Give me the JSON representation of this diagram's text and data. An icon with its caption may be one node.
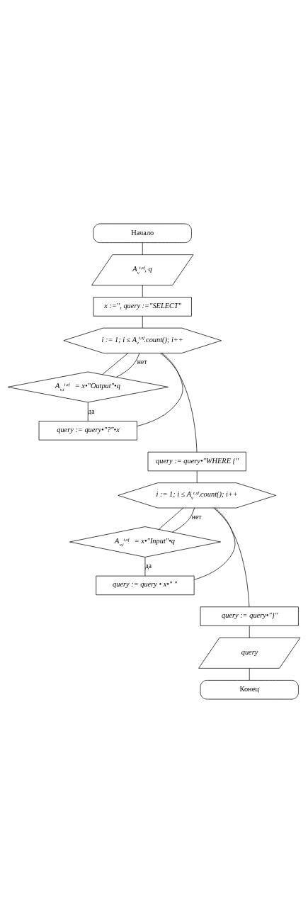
{
  "diagram": {
    "nodes": [
      {
        "text": [
          "Начало"
        ]
      },
      {
        "text": [
          "A$_{v}$$^{t,sf}$, q"
        ]
      },
      {
        "text": [
          "x :='', query :=\"SELECT\""
        ]
      },
      {
        "text": [
          "i := 1; i ≤ A$_{v}$$^{t,sf}$.count(); i++"
        ]
      },
      {
        "text": [
          "A$_{v,i}$$^{t,sf}$ = x•\"Output\"•q"
        ]
      },
      {
        "text": [
          "query := query•\"?\"•x"
        ]
      },
      {
        "text": [
          "query := query•\"WHERE {\""
        ]
      },
      {
        "text": [
          "i := 1; i ≤ A$_{v}$$^{t,sf}$.count(); i++"
        ]
      },
      {
        "text": [
          "A$_{v,i}$$^{t,sf}$ = x•\"Input\"•q"
        ]
      },
      {
        "text": [
          "query := query • x•\" \""
        ]
      },
      {
        "text": [
          "query := query•\"}\""
        ]
      },
      {
        "text": [
          "query"
        ]
      },
      {
        "text": [
          "Конец"
        ]
      }
    ],
    "edges": [
      {
        "from": 0,
        "to": 1,
        "arrow": "none"
      },
      {
        "from": 1,
        "to": 2,
        "arrow": "none"
      },
      {
        "from": 2,
        "to": 3,
        "arrow": "none"
      },
      {
        "from": 3,
        "to": 4,
        "arrow": "none"
      },
      {
        "from": 4,
        "to": 5,
        "arrow": "none",
        "label": "да"
      },
      {
        "from": 4,
        "to": 3,
        "arrow": "none",
        "label": "нет"
      },
      {
        "from": 5,
        "to": 3,
        "arrow": "none"
      },
      {
        "from": 3,
        "to": 6,
        "arrow": "none"
      },
      {
        "from": 6,
        "to": 7,
        "arrow": "none"
      },
      {
        "from": 7,
        "to": 8,
        "arrow": "none"
      },
      {
        "from": 8,
        "to": 9,
        "arrow": "none",
        "label": "да"
      },
      {
        "from": 8,
        "to": 7,
        "arrow": "none",
        "label": "нет"
      },
      {
        "from": 9,
        "to": 7,
        "arrow": "none"
      },
      {
        "from": 7,
        "to": 10,
        "arrow": "none"
      },
      {
        "from": 10,
        "to": 11,
        "arrow": "none"
      },
      {
        "from": 11,
        "to": 12,
        "arrow": "none"
      }
    ]
  }
}
